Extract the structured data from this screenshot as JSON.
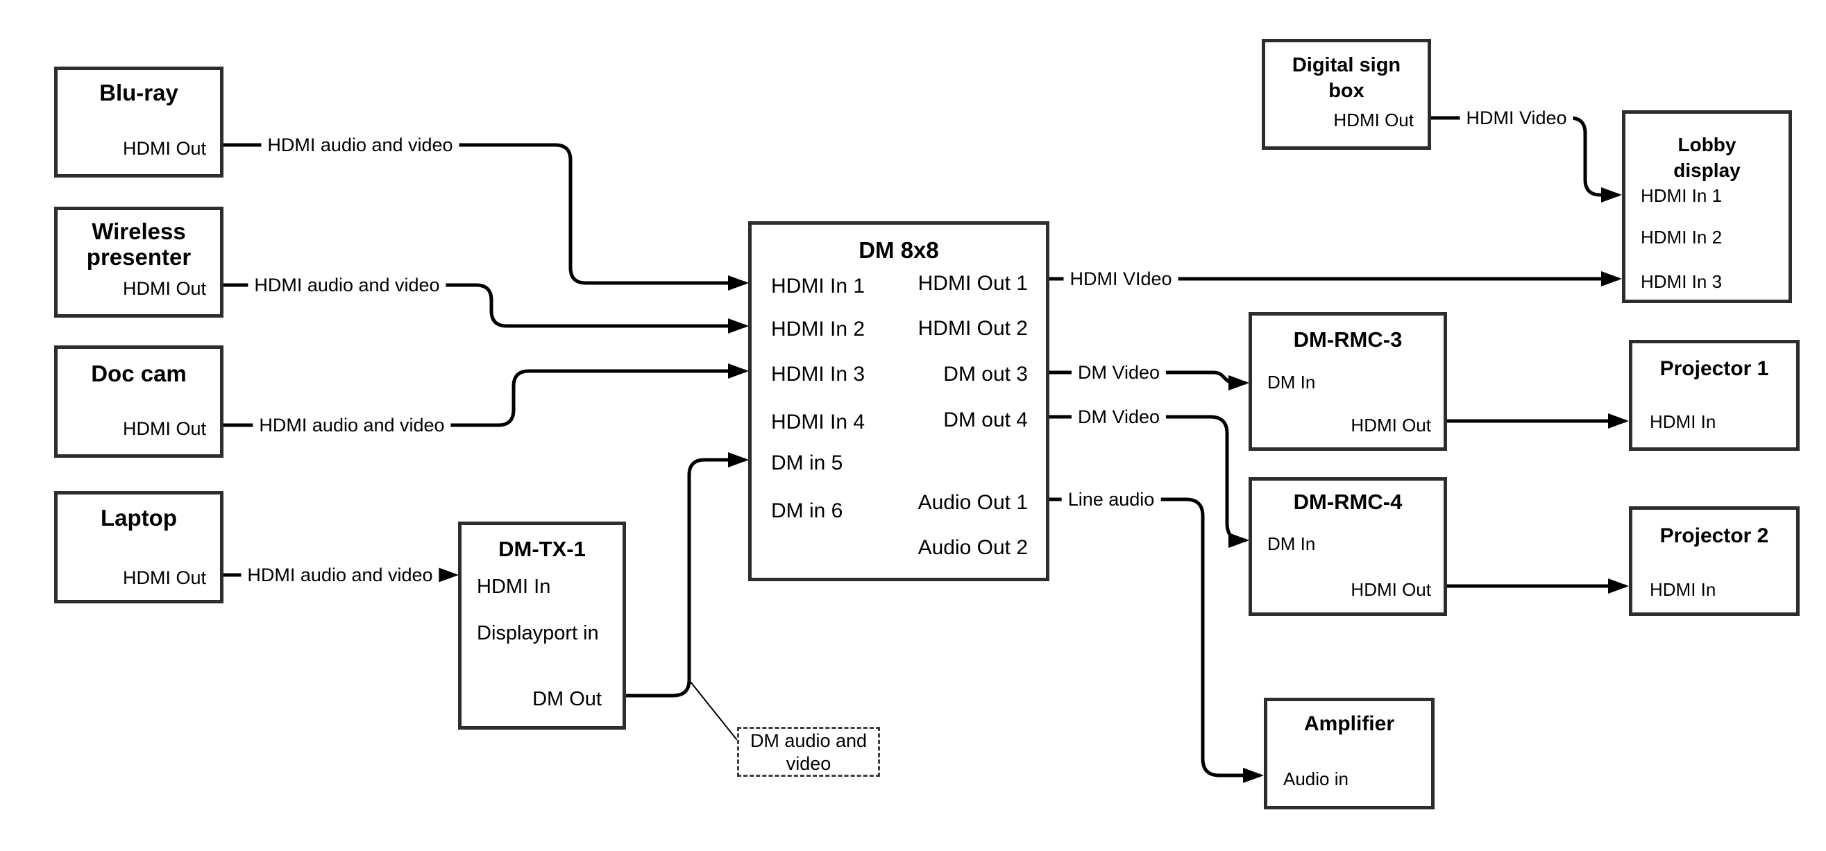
{
  "nodes": {
    "bluray": {
      "title": "Blu-ray",
      "port_hdmi_out": "HDMI Out"
    },
    "wireless_presenter": {
      "title_line1": "Wireless",
      "title_line2": "presenter",
      "port_hdmi_out": "HDMI Out"
    },
    "doc_cam": {
      "title": "Doc cam",
      "port_hdmi_out": "HDMI Out"
    },
    "laptop": {
      "title": "Laptop",
      "port_hdmi_out": "HDMI Out"
    },
    "dm_tx_1": {
      "title": "DM-TX-1",
      "port_hdmi_in": "HDMI In",
      "port_displayport_in": "Displayport in",
      "port_dm_out": "DM Out"
    },
    "dm_8x8": {
      "title": "DM 8x8",
      "port_hdmi_in_1": "HDMI In 1",
      "port_hdmi_in_2": "HDMI In 2",
      "port_hdmi_in_3": "HDMI In 3",
      "port_hdmi_in_4": "HDMI In 4",
      "port_dm_in_5": "DM in 5",
      "port_dm_in_6": "DM in 6",
      "port_hdmi_out_1": "HDMI Out 1",
      "port_hdmi_out_2": "HDMI Out 2",
      "port_dm_out_3": "DM out 3",
      "port_dm_out_4": "DM out 4",
      "port_audio_out_1": "Audio Out 1",
      "port_audio_out_2": "Audio Out 2"
    },
    "digital_sign_box": {
      "title_line1": "Digital sign",
      "title_line2": "box",
      "port_hdmi_out": "HDMI Out"
    },
    "lobby_display": {
      "title_line1": "Lobby",
      "title_line2": "display",
      "port_hdmi_in_1": "HDMI In 1",
      "port_hdmi_in_2": "HDMI In 2",
      "port_hdmi_in_3": "HDMI In 3"
    },
    "dm_rmc_3": {
      "title": "DM-RMC-3",
      "port_dm_in": "DM In",
      "port_hdmi_out": "HDMI Out"
    },
    "projector_1": {
      "title": "Projector 1",
      "port_hdmi_in": "HDMI In"
    },
    "dm_rmc_4": {
      "title": "DM-RMC-4",
      "port_dm_in": "DM In",
      "port_hdmi_out": "HDMI Out"
    },
    "projector_2": {
      "title": "Projector 2",
      "port_hdmi_in": "HDMI In"
    },
    "amplifier": {
      "title": "Amplifier",
      "port_audio_in": "Audio in"
    }
  },
  "edge_labels": {
    "bluray_to_dm8x8": "HDMI audio and video",
    "wireless_to_dm8x8": "HDMI audio and video",
    "doccam_to_dm8x8": "HDMI audio and video",
    "laptop_to_dmtx1": "HDMI audio and video",
    "hdmi_out_1_to_lobby": "HDMI VIdeo",
    "digital_sign_to_lobby": "HDMI Video",
    "dm_out_3_to_rmc3": "DM Video",
    "dm_out_4_to_rmc4": "DM Video",
    "audio_out_1_to_amplifier": "Line audio"
  },
  "callout": {
    "line1": "DM audio and",
    "line2": "video"
  },
  "colors": {
    "background": "#ffffff",
    "line": "#000000",
    "box_border": "#2d2d2d",
    "text": "#000000"
  }
}
